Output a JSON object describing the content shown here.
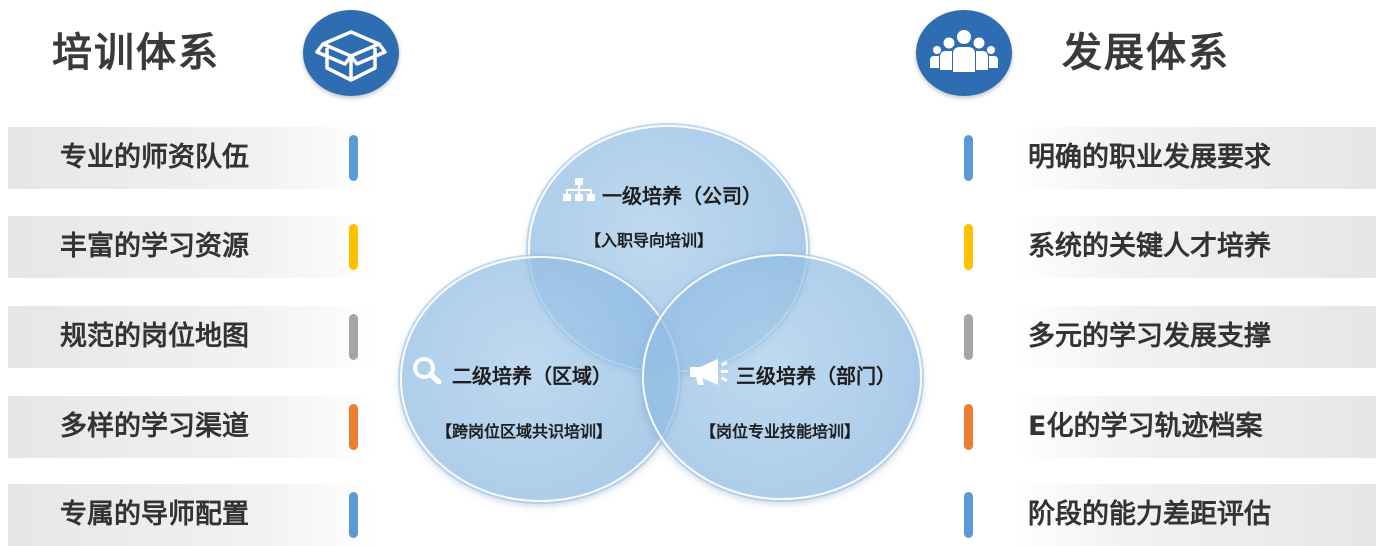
{
  "left_panel": {
    "title": "培训体系",
    "badge_icon": "box-icon",
    "items": [
      {
        "label": "专业的师资队伍",
        "color": "#5b9bd5"
      },
      {
        "label": "丰富的学习资源",
        "color": "#ffc000"
      },
      {
        "label": "规范的岗位地图",
        "color": "#a5a5a5"
      },
      {
        "label": "多样的学习渠道",
        "color": "#ed7d31"
      },
      {
        "label": "专属的导师配置",
        "color": "#5b9bd5"
      }
    ]
  },
  "right_panel": {
    "title": "发展体系",
    "badge_icon": "people-group-icon",
    "items": [
      {
        "label": "明确的职业发展要求",
        "color": "#5b9bd5"
      },
      {
        "label": "系统的关键人才培养",
        "color": "#ffc000"
      },
      {
        "label": "多元的学习发展支撑",
        "color": "#a5a5a5"
      },
      {
        "label": "E化的学习轨迹档案",
        "color": "#ed7d31"
      },
      {
        "label": "阶段的能力差距评估",
        "color": "#5b9bd5"
      }
    ]
  },
  "venn": {
    "top": {
      "title": "一级培养（公司）",
      "sub": "【入职导向培训】",
      "icon": "org-chart-icon"
    },
    "left": {
      "title": "二级培养（区域）",
      "sub": "【跨岗位区域共识培训】",
      "icon": "search-icon"
    },
    "right": {
      "title": "三级培养（部门）",
      "sub": "【岗位专业技能培训】",
      "icon": "megaphone-icon"
    }
  }
}
